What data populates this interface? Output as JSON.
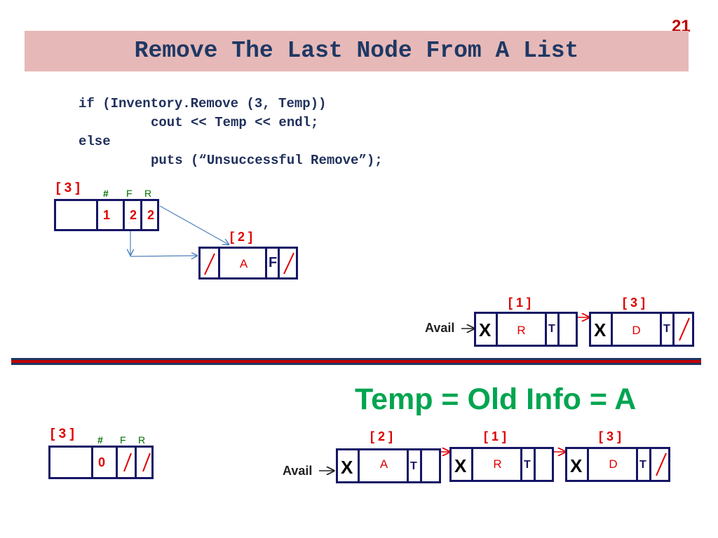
{
  "slide": {
    "page_number": "21",
    "title": "Remove The Last Node From A List"
  },
  "code": {
    "line1": "if (Inventory.Remove (3, Temp))",
    "line2": "cout << Temp << endl;",
    "line3": "else",
    "line4": "puts (“Unsuccessful Remove”);"
  },
  "before": {
    "header": {
      "index_label": "[ 3 ]",
      "col_count": "#",
      "col_front": "F",
      "col_rear": "R",
      "count_value": "1",
      "front_value": "2",
      "rear_value": "2"
    },
    "node_a": {
      "index_label": "[ 2 ]",
      "info": "A",
      "flag": "F"
    },
    "avail_label": "Avail",
    "node_r": {
      "index_label": "[ 1 ]",
      "mark": "X",
      "info": "R",
      "flag": "T"
    },
    "node_d": {
      "index_label": "[ 3 ]",
      "mark": "X",
      "info": "D",
      "flag": "T"
    }
  },
  "result_text": "Temp = Old Info = A",
  "after": {
    "header": {
      "index_label": "[ 3 ]",
      "col_count": "#",
      "col_front": "F",
      "col_rear": "R",
      "count_value": "0"
    },
    "avail_label": "Avail",
    "node_a": {
      "index_label": "[ 2 ]",
      "mark": "X",
      "info": "A",
      "flag": "T"
    },
    "node_r": {
      "index_label": "[ 1 ]",
      "mark": "X",
      "info": "R",
      "flag": "T"
    },
    "node_d": {
      "index_label": "[ 3 ]",
      "mark": "X",
      "info": "D",
      "flag": "T"
    }
  },
  "colors": {
    "title_bar": "#e6b9b8",
    "title_text": "#1f3864",
    "box_border": "#151565",
    "value_red": "#e00000",
    "result_green": "#00a550",
    "divider_red": "#c00000"
  }
}
